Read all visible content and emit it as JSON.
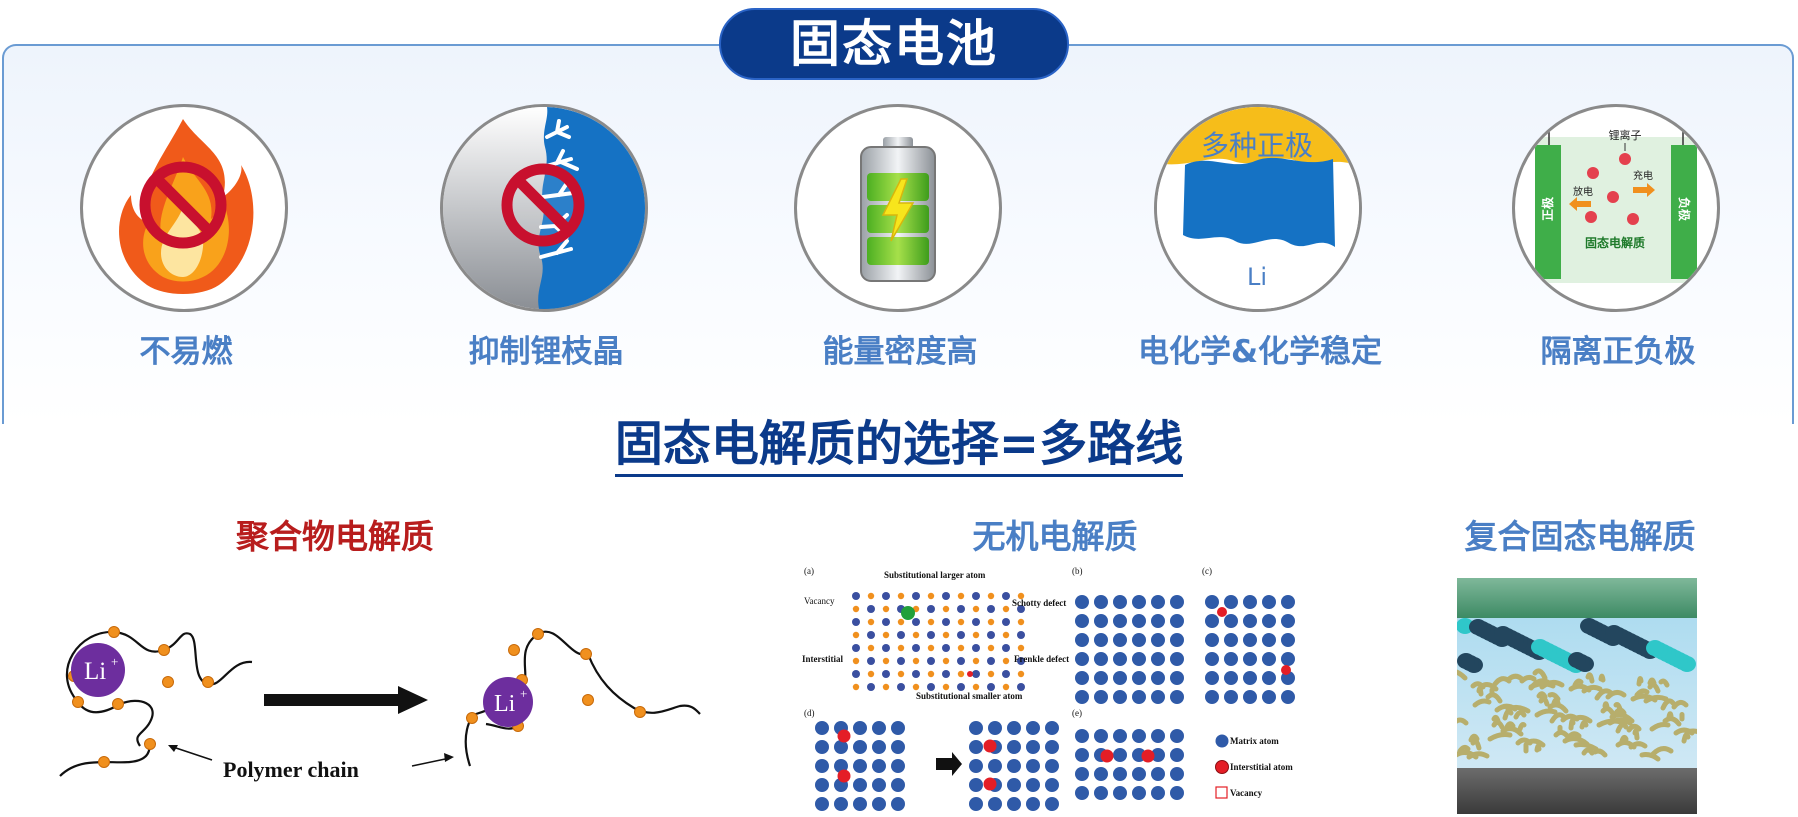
{
  "title": "固态电池",
  "features": [
    {
      "label": "不易燃",
      "icon": "flame-no-icon"
    },
    {
      "label": "抑制锂枝晶",
      "icon": "dendrite-no-icon"
    },
    {
      "label": "能量密度高",
      "icon": "battery-icon"
    },
    {
      "label": "电化学&化学稳定",
      "icon": "cathode-interface-icon",
      "top_text": "多种正极",
      "bottom_text": "Li"
    },
    {
      "label": "隔离正负极",
      "icon": "cell-schematic-icon",
      "labels": {
        "ion": "锂离子",
        "discharge": "放电",
        "charge": "充电",
        "positive": "正极",
        "negative": "负极",
        "electrolyte": "固态电解质"
      }
    }
  ],
  "subtitle": "固态电解质的选择=多路线",
  "categories": [
    {
      "label": "聚合物电解质",
      "color": "#b81d1d"
    },
    {
      "label": "无机电解质",
      "color": "#4a7fc5"
    },
    {
      "label": "复合固态电解质",
      "color": "#4a7fc5"
    }
  ],
  "polymer": {
    "ion_left": "Li",
    "ion_right": "Li",
    "sup": "+",
    "chain_label": "Polymer chain"
  },
  "defects": {
    "panel_a": "(a)",
    "panel_b": "(b)",
    "panel_c": "(c)",
    "panel_d": "(d)",
    "panel_e": "(e)",
    "substitutional_larger": "Substitutional larger atom",
    "vacancy": "Vacancy",
    "schotty": "Schotty defect",
    "interstitial": "Interstitial",
    "frenkle": "Frenkle defect",
    "substitutional_smaller": "Substitutional smaller atom",
    "legend_matrix": "Matrix atom",
    "legend_interstitial": "Interstitial atom",
    "legend_vacancy": "Vacancy"
  },
  "colors": {
    "primary": "#0b3a8a",
    "accent": "#4a7fc5",
    "red": "#b81d1d",
    "orange": "#f0901e",
    "atom_blue": "#2f5aa8",
    "interstitial_red": "#e41e26",
    "green": "#3fae49"
  }
}
